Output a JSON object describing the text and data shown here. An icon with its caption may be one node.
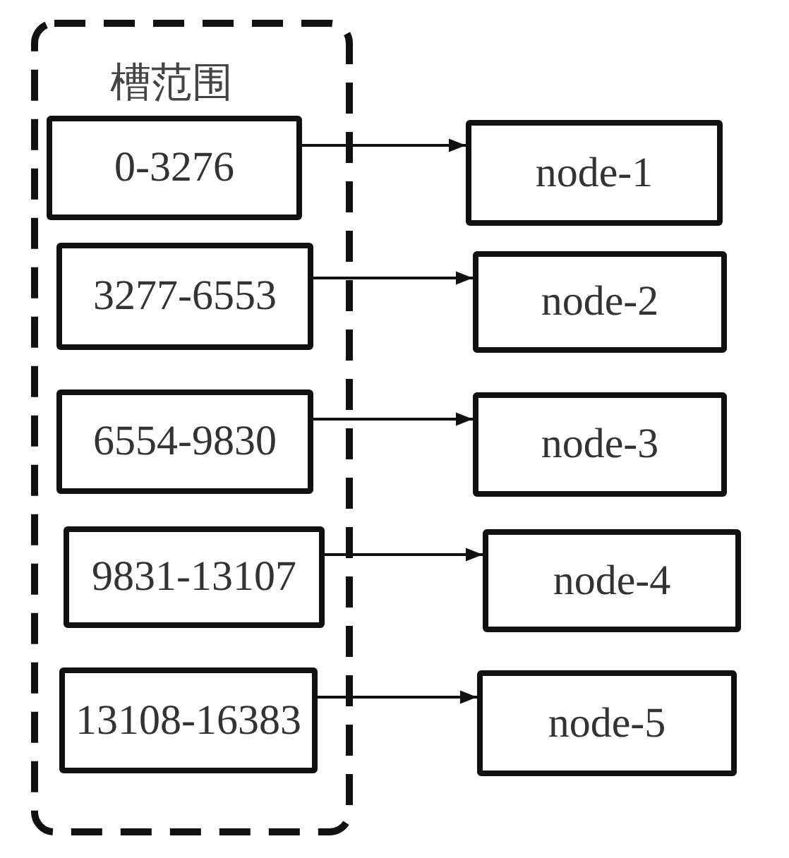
{
  "diagram": {
    "nodes": [
      {
        "text": [
          "槽范围"
        ]
      },
      {
        "text": [
          "0-3276"
        ],
        "in": 0
      },
      {
        "text": [
          "3277-6553"
        ],
        "in": 0
      },
      {
        "text": [
          "6554-9830"
        ],
        "in": 0
      },
      {
        "text": [
          "9831-13107"
        ],
        "in": 0
      },
      {
        "text": [
          "13108-16383"
        ],
        "in": 0
      },
      {
        "text": [
          "node-1"
        ]
      },
      {
        "text": [
          "node-2"
        ]
      },
      {
        "text": [
          "node-3"
        ]
      },
      {
        "text": [
          "node-4"
        ]
      },
      {
        "text": [
          "node-5"
        ]
      }
    ],
    "edges": [
      {
        "from": 1,
        "to": 6,
        "arrow": "to"
      },
      {
        "from": 2,
        "to": 7,
        "arrow": "to"
      },
      {
        "from": 3,
        "to": 8,
        "arrow": "to"
      },
      {
        "from": 4,
        "to": 9,
        "arrow": "to"
      },
      {
        "from": 5,
        "to": 10,
        "arrow": "to"
      }
    ]
  }
}
